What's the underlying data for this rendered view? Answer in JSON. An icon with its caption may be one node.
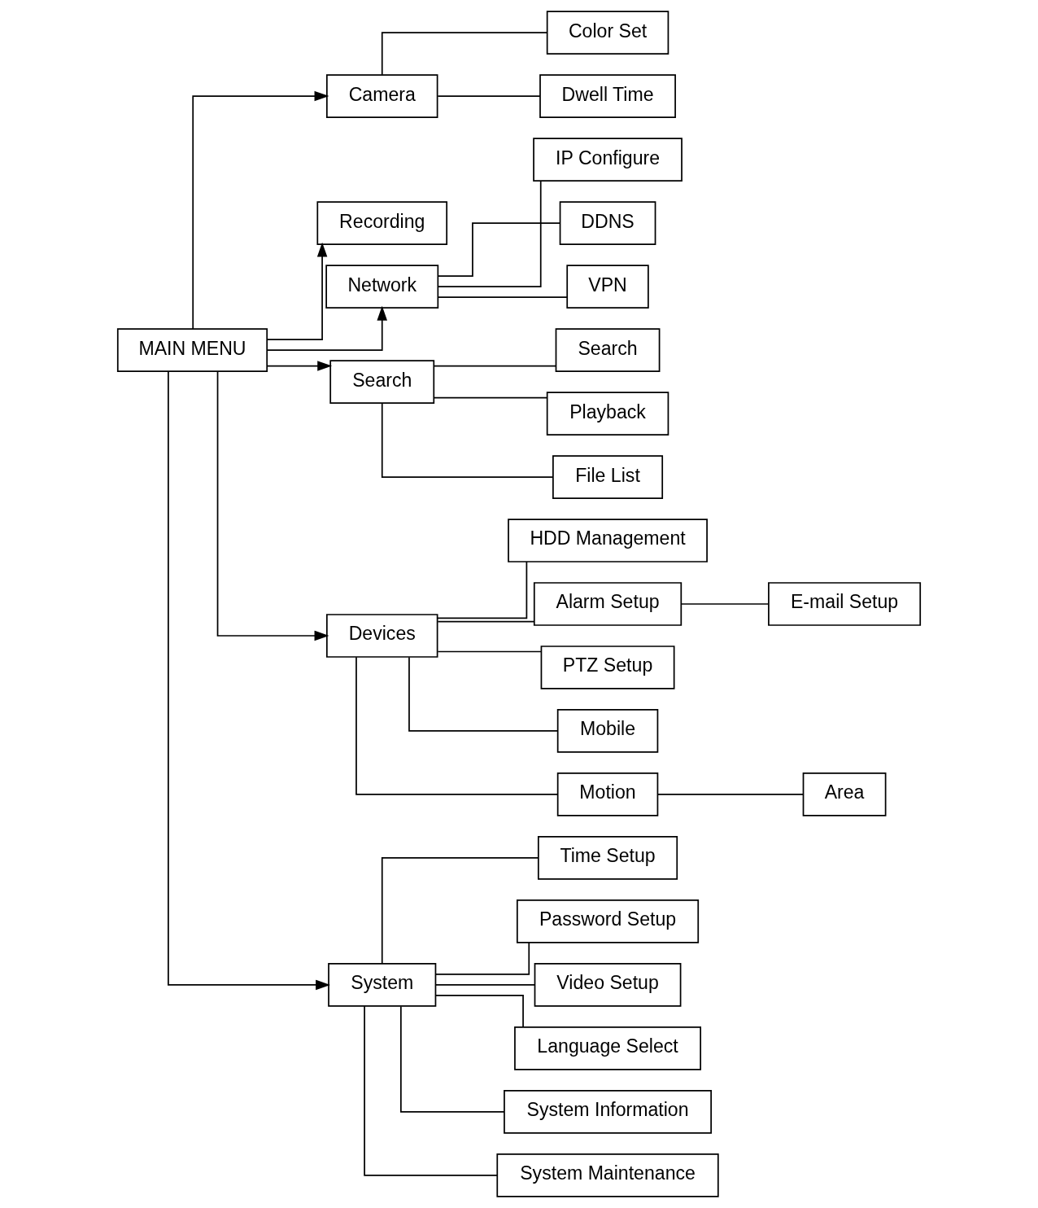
{
  "diagram": {
    "nodes": [
      {
        "text": [
          "MAIN MENU"
        ]
      },
      {
        "text": [
          "Camera"
        ]
      },
      {
        "text": [
          "Recording"
        ]
      },
      {
        "text": [
          "Network"
        ]
      },
      {
        "text": [
          "Search"
        ]
      },
      {
        "text": [
          "Devices"
        ]
      },
      {
        "text": [
          "System"
        ]
      },
      {
        "text": [
          "Color Set"
        ]
      },
      {
        "text": [
          "Dwell Time"
        ]
      },
      {
        "text": [
          "IP Configure"
        ]
      },
      {
        "text": [
          "DDNS"
        ]
      },
      {
        "text": [
          "VPN"
        ]
      },
      {
        "text": [
          "Search"
        ]
      },
      {
        "text": [
          "Playback"
        ]
      },
      {
        "text": [
          "File List"
        ]
      },
      {
        "text": [
          "HDD Management"
        ]
      },
      {
        "text": [
          "Alarm Setup"
        ]
      },
      {
        "text": [
          "E-mail Setup"
        ]
      },
      {
        "text": [
          "PTZ Setup"
        ]
      },
      {
        "text": [
          "Mobile"
        ]
      },
      {
        "text": [
          "Motion"
        ]
      },
      {
        "text": [
          "Area"
        ]
      },
      {
        "text": [
          "Time Setup"
        ]
      },
      {
        "text": [
          "Password Setup"
        ]
      },
      {
        "text": [
          "Video Setup"
        ]
      },
      {
        "text": [
          "Language Select"
        ]
      },
      {
        "text": [
          "System Information"
        ]
      },
      {
        "text": [
          "System Maintenance"
        ]
      }
    ],
    "edges": [
      {
        "from": 0,
        "to": 1,
        "arrow": "to"
      },
      {
        "from": 0,
        "to": 2,
        "arrow": "to"
      },
      {
        "from": 0,
        "to": 3,
        "arrow": "to"
      },
      {
        "from": 0,
        "to": 4,
        "arrow": "to"
      },
      {
        "from": 0,
        "to": 5,
        "arrow": "to"
      },
      {
        "from": 0,
        "to": 6,
        "arrow": "to"
      },
      {
        "from": 1,
        "to": 7,
        "arrow": "none"
      },
      {
        "from": 1,
        "to": 8,
        "arrow": "none"
      },
      {
        "from": 3,
        "to": 9,
        "arrow": "none"
      },
      {
        "from": 3,
        "to": 10,
        "arrow": "none"
      },
      {
        "from": 3,
        "to": 11,
        "arrow": "none"
      },
      {
        "from": 4,
        "to": 12,
        "arrow": "none"
      },
      {
        "from": 4,
        "to": 13,
        "arrow": "none"
      },
      {
        "from": 4,
        "to": 14,
        "arrow": "none"
      },
      {
        "from": 5,
        "to": 15,
        "arrow": "none"
      },
      {
        "from": 5,
        "to": 16,
        "arrow": "none"
      },
      {
        "from": 16,
        "to": 17,
        "arrow": "none"
      },
      {
        "from": 5,
        "to": 18,
        "arrow": "none"
      },
      {
        "from": 5,
        "to": 19,
        "arrow": "none"
      },
      {
        "from": 5,
        "to": 20,
        "arrow": "none"
      },
      {
        "from": 20,
        "to": 21,
        "arrow": "none"
      },
      {
        "from": 6,
        "to": 22,
        "arrow": "none"
      },
      {
        "from": 6,
        "to": 23,
        "arrow": "none"
      },
      {
        "from": 6,
        "to": 24,
        "arrow": "none"
      },
      {
        "from": 6,
        "to": 25,
        "arrow": "none"
      },
      {
        "from": 6,
        "to": 26,
        "arrow": "none"
      },
      {
        "from": 6,
        "to": 27,
        "arrow": "none"
      }
    ]
  }
}
